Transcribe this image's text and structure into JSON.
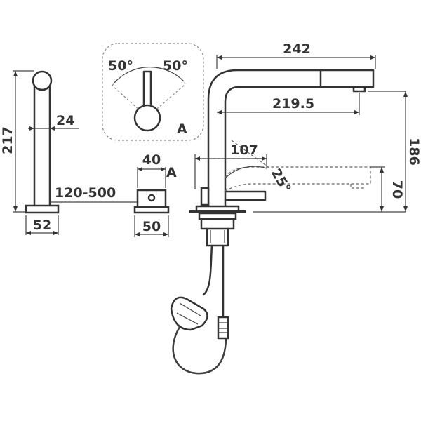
{
  "diagram": {
    "labels": {
      "total_length": "242",
      "spout_length": "219.5",
      "body_height": "186",
      "side_height": "217",
      "diameter": "24",
      "deck_thickness": "120-500",
      "base_width_side": "52",
      "handle_angle_left": "50°",
      "handle_angle_right": "50°",
      "detail_marker": "A",
      "handle_length": "107",
      "pull_angle": "25°",
      "spout_clearance": "70",
      "handle_block_width": "40",
      "detail_ref": "A",
      "handle_block_base": "50"
    },
    "colors": {
      "line": "#333333",
      "background": "#ffffff"
    }
  }
}
